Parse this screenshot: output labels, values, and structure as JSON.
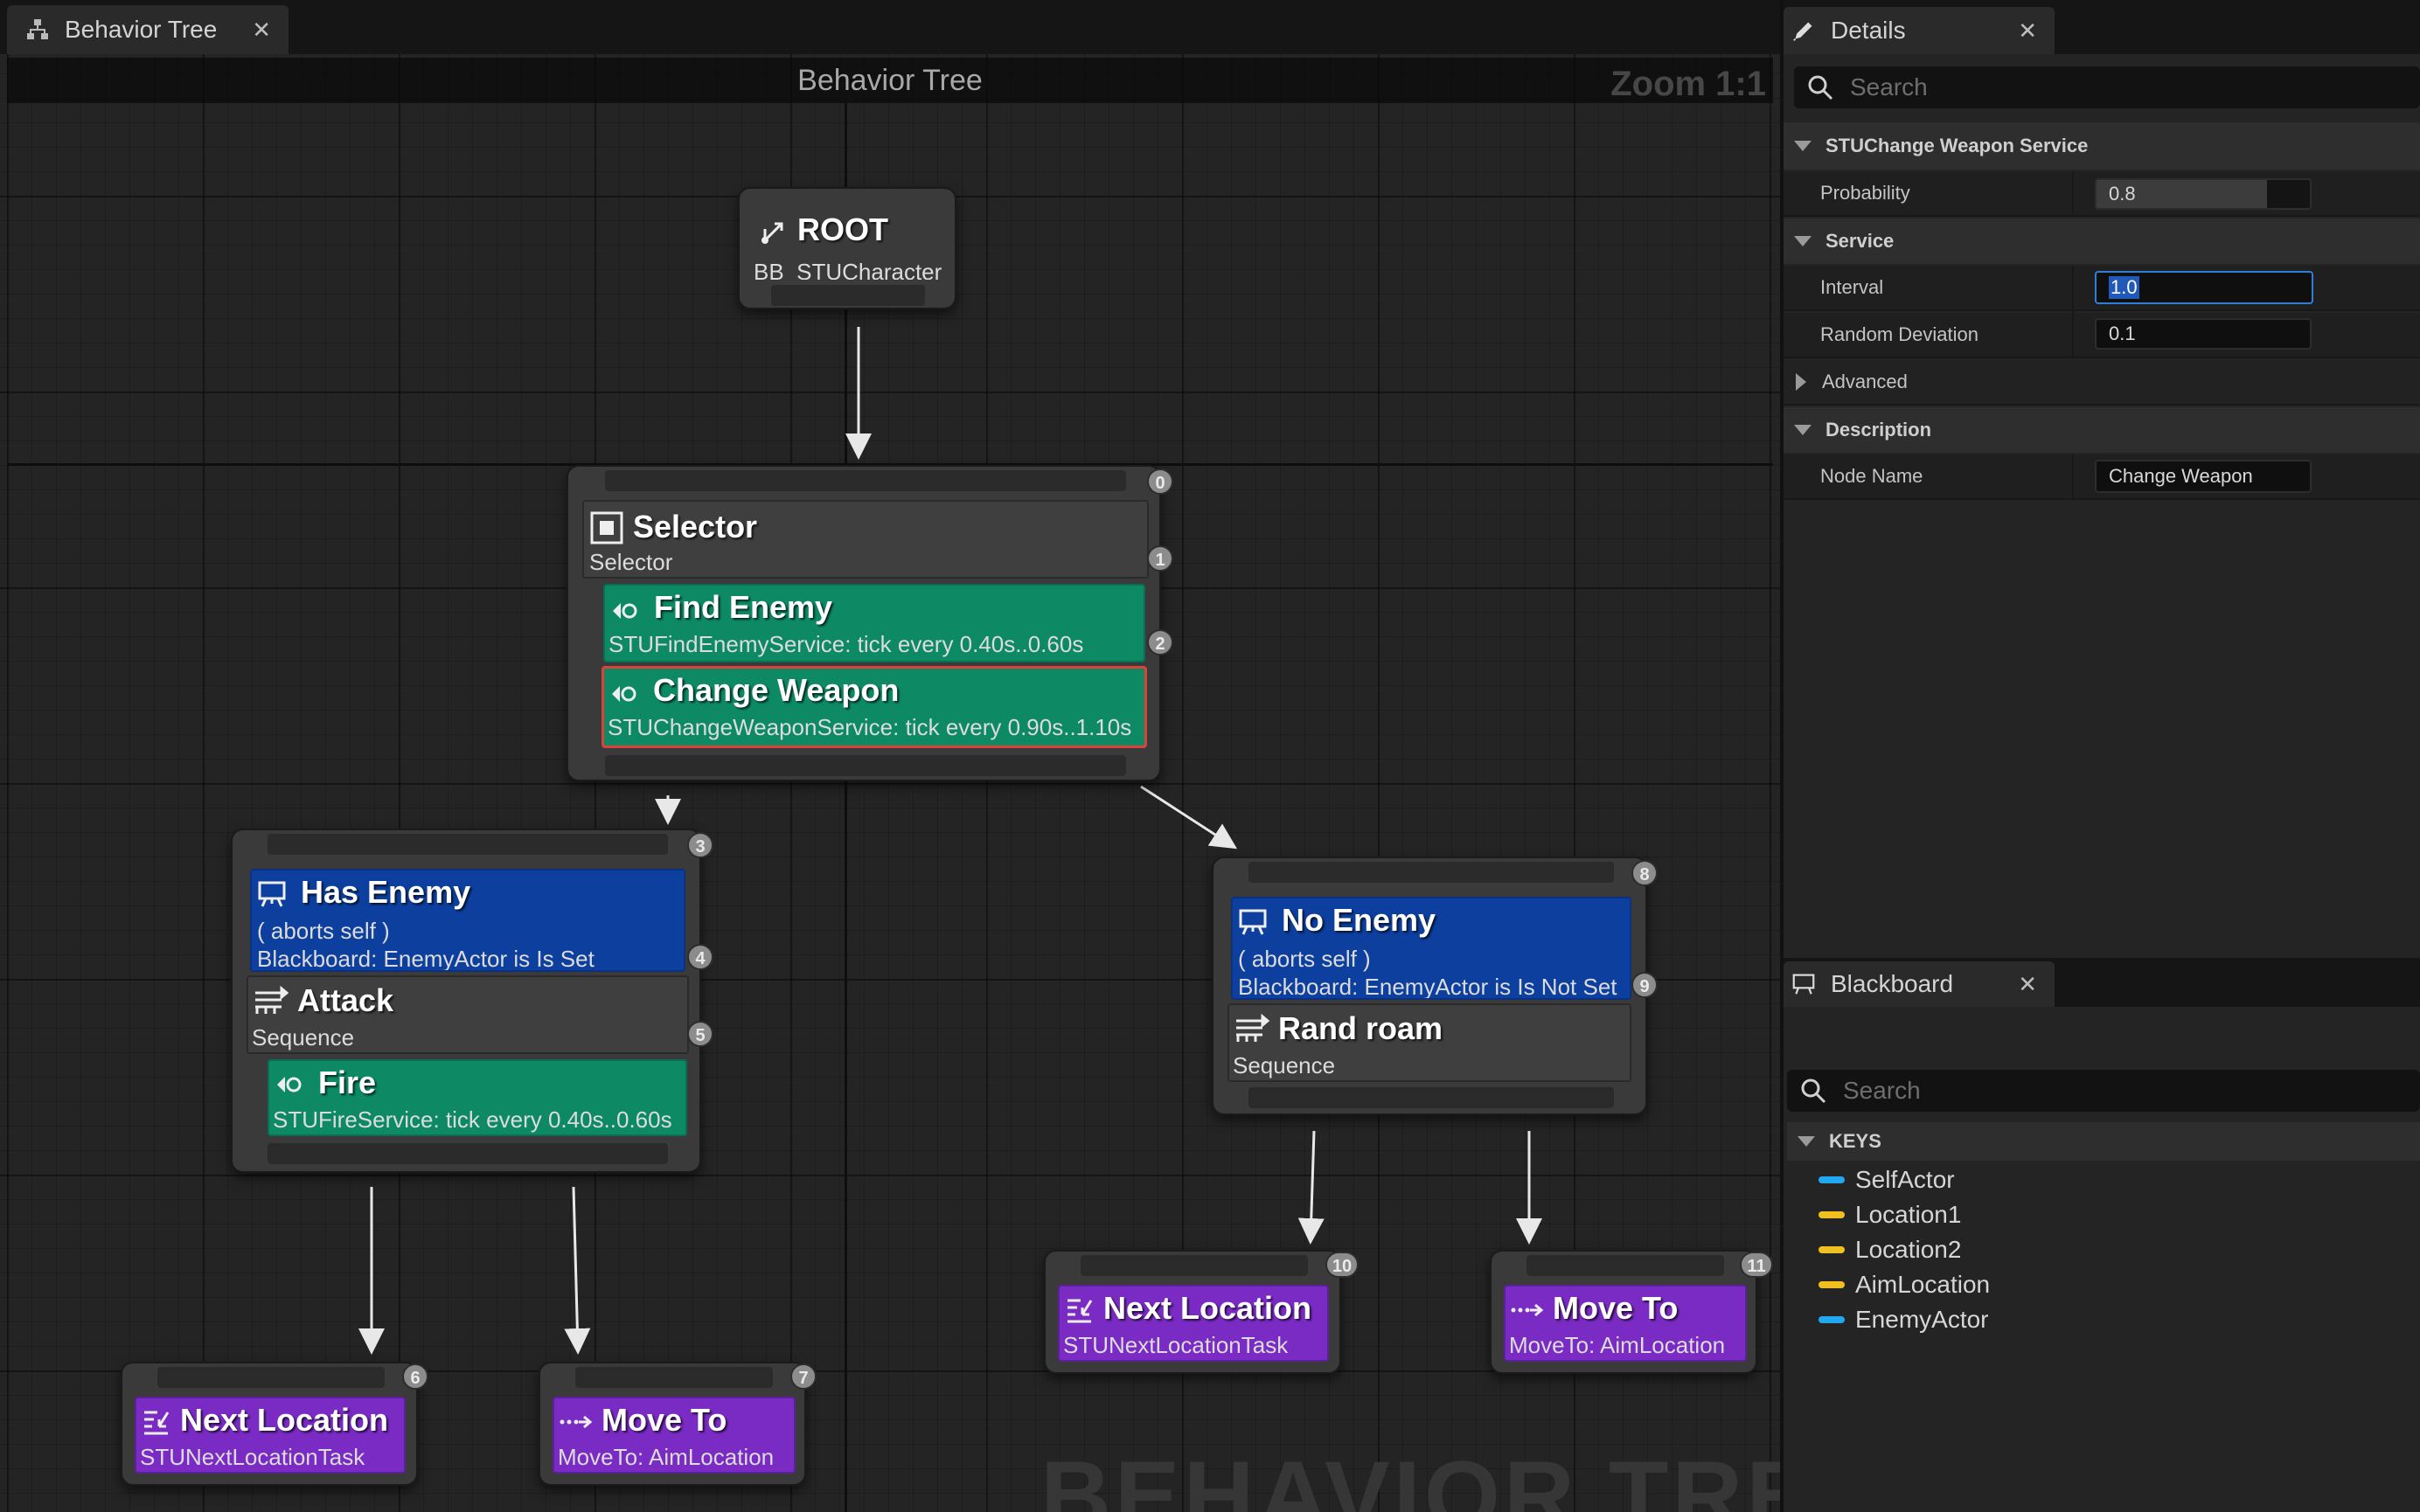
{
  "graph": {
    "tab_label": "Behavior Tree",
    "header_title": "Behavior Tree",
    "zoom": "Zoom 1:1",
    "watermark": "BEHAVIOR TREE"
  },
  "nodes": {
    "root": {
      "title": "ROOT",
      "sub": "BB_STUCharacter"
    },
    "selector": {
      "title": "Selector",
      "sub": "Selector"
    },
    "find_enemy": {
      "title": "Find Enemy",
      "sub": "STUFindEnemyService: tick every 0.40s..0.60s"
    },
    "change_weapon": {
      "title": "Change Weapon",
      "sub": "STUChangeWeaponService: tick every 0.90s..1.10s"
    },
    "has_enemy": {
      "title": "Has Enemy",
      "sub1": "( aborts self )",
      "sub2": "Blackboard: EnemyActor is Is Set"
    },
    "attack": {
      "title": "Attack",
      "sub": "Sequence"
    },
    "fire": {
      "title": "Fire",
      "sub": "STUFireService: tick every 0.40s..0.60s"
    },
    "no_enemy": {
      "title": "No Enemy",
      "sub1": "( aborts self )",
      "sub2": "Blackboard: EnemyActor is Is Not Set"
    },
    "rand_roam": {
      "title": "Rand roam",
      "sub": "Sequence"
    },
    "next_location_a": {
      "title": "Next Location",
      "sub": "STUNextLocationTask"
    },
    "move_to_a": {
      "title": "Move To",
      "sub": "MoveTo: AimLocation"
    },
    "next_location_b": {
      "title": "Next Location",
      "sub": "STUNextLocationTask"
    },
    "move_to_b": {
      "title": "Move To",
      "sub": "MoveTo: AimLocation"
    }
  },
  "indices": [
    "0",
    "1",
    "2",
    "3",
    "4",
    "5",
    "6",
    "7",
    "8",
    "9",
    "10",
    "11"
  ],
  "details": {
    "tab_label": "Details",
    "search_placeholder": "Search",
    "categories": {
      "service_class": "STUChange Weapon Service",
      "service": "Service",
      "advanced": "Advanced",
      "description": "Description"
    },
    "props": {
      "probability": {
        "label": "Probability",
        "value": "0.8",
        "fill": 0.8
      },
      "interval": {
        "label": "Interval",
        "value": "1.0"
      },
      "random_deviation": {
        "label": "Random Deviation",
        "value": "0.1"
      },
      "node_name": {
        "label": "Node Name",
        "value": "Change Weapon"
      }
    }
  },
  "blackboard": {
    "tab_label": "Blackboard",
    "search_placeholder": "Search",
    "keys_header": "KEYS",
    "keys": [
      {
        "name": "SelfActor",
        "color": "#22a8f0"
      },
      {
        "name": "Location1",
        "color": "#f0c020"
      },
      {
        "name": "Location2",
        "color": "#f0c020"
      },
      {
        "name": "AimLocation",
        "color": "#f0c020"
      },
      {
        "name": "EnemyActor",
        "color": "#22a8f0"
      }
    ]
  },
  "colors": {
    "service": "#0d8a64",
    "decorator": "#0c3f9e",
    "task": "#7a2bc4",
    "composite": "#3f3f3f",
    "selection": "#e0403a",
    "focus": "#2d7fd8"
  }
}
